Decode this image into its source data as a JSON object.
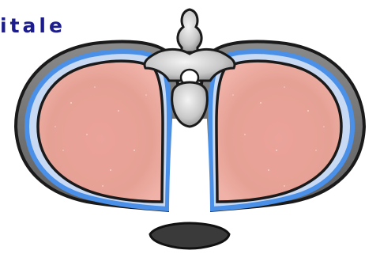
{
  "caption": {
    "text": "itale",
    "color": "#1c1c8c"
  },
  "diagram": {
    "parts": [
      {
        "name": "vertebra",
        "color": "#d4d4d4"
      },
      {
        "name": "chest-wall",
        "color": "#707070"
      },
      {
        "name": "parietal-pleura",
        "color": "#4a90e8"
      },
      {
        "name": "pleural-cavity",
        "color": "#c8daf3"
      },
      {
        "name": "visceral-pleura",
        "color": "#3a78d8"
      },
      {
        "name": "left-lung",
        "color": "#e8a397"
      },
      {
        "name": "right-lung",
        "color": "#e8a397"
      },
      {
        "name": "mediastinum",
        "color": "#ffffff"
      },
      {
        "name": "sternum",
        "color": "#333333"
      }
    ]
  }
}
